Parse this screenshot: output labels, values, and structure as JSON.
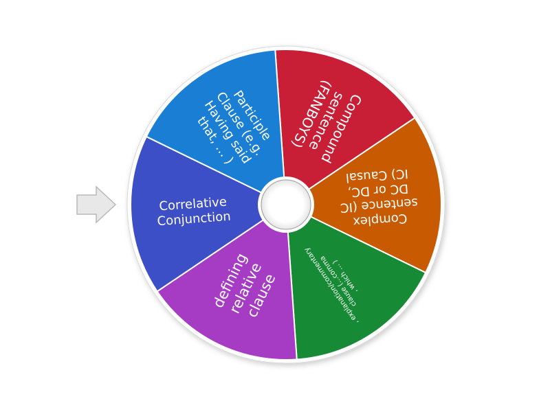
{
  "wheel": {
    "segments": [
      {
        "lines": [
          "Compound",
          "sentence",
          "(FANBOYS)"
        ],
        "color": "#c81f36",
        "font_size": 20
      },
      {
        "lines": [
          "Complex",
          "sentence (IC",
          "DC or DC,",
          "IC) Causal"
        ],
        "color": "#c85a02",
        "font_size": 18
      },
      {
        "lines": [
          ", explanation/commentary",
          "clause (…comma",
          ", which … )"
        ],
        "color": "#168a34",
        "font_size": 10
      },
      {
        "lines": [
          "defining",
          "relative",
          "clause"
        ],
        "color": "#a73cc4",
        "font_size": 21
      },
      {
        "lines": [
          "Correlative",
          "Conjunction"
        ],
        "color": "#3d4fc6",
        "font_size": 18
      },
      {
        "lines": [
          "Participle",
          "Clause (e.g.",
          "Having said",
          "that, … )"
        ],
        "color": "#1a7fd4",
        "font_size": 18
      }
    ]
  },
  "pointer": {
    "icon": "arrow-right-icon",
    "color": "#e8e8e8"
  }
}
